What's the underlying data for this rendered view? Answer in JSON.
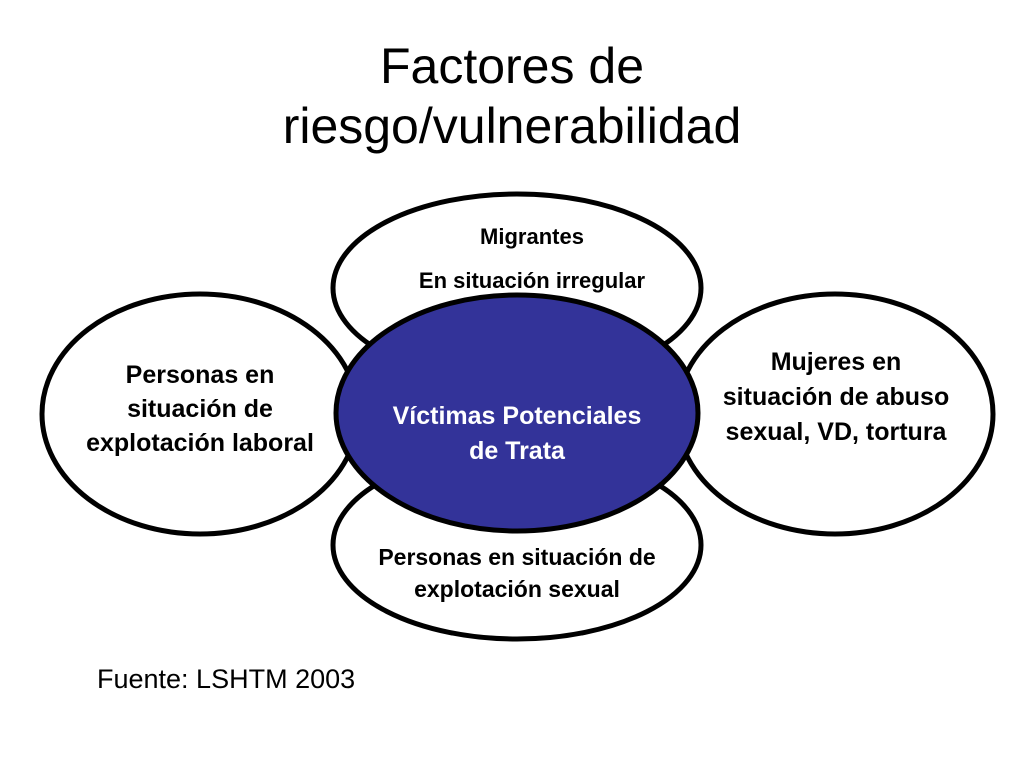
{
  "title": {
    "line1": "Factores de",
    "line2": "riesgo/vulnerabilidad"
  },
  "diagram": {
    "top": {
      "line1": "Migrantes",
      "line2": "En situación irregular"
    },
    "left": {
      "line1": "Personas en",
      "line2": "situación de",
      "line3": "explotación laboral"
    },
    "right": {
      "line1": "Mujeres en",
      "line2": "situación de abuso",
      "line3": "sexual, VD, tortura"
    },
    "bottom": {
      "line1": "Personas en situación de",
      "line2": "explotación sexual"
    },
    "center": {
      "line1": "Víctimas Potenciales",
      "line2": "de Trata"
    }
  },
  "colors": {
    "center_fill": "#333399",
    "outline": "#000000"
  },
  "source": "Fuente: LSHTM 2003"
}
